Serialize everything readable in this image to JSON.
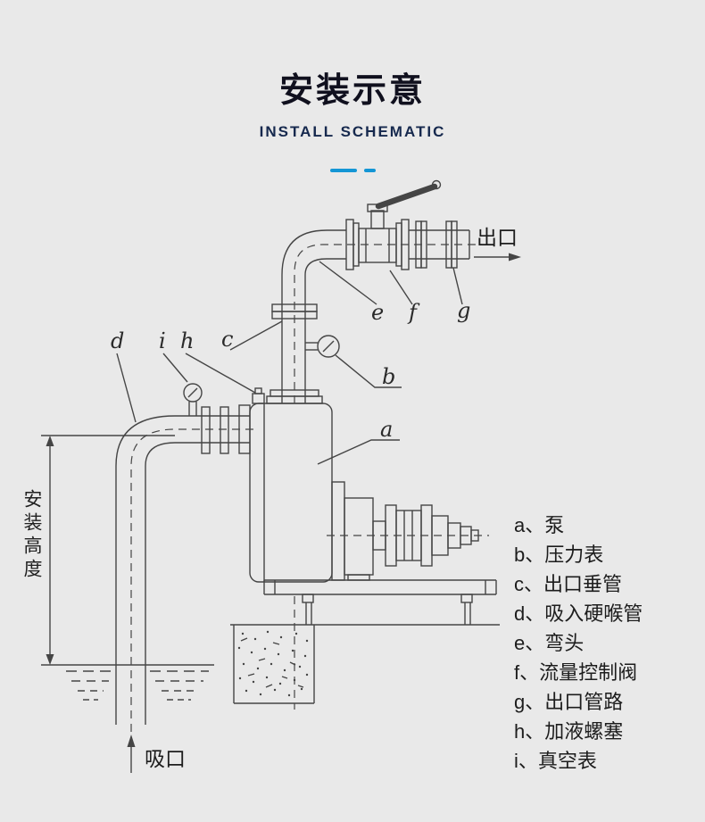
{
  "page": {
    "background": "#e9e9e9",
    "line_color": "#454545"
  },
  "header": {
    "title": "安装示意",
    "subtitle": "INSTALL SCHEMATIC",
    "accent_color": "#1496d5"
  },
  "diagram": {
    "labels": {
      "outlet": "出口",
      "suction": "吸口",
      "install_height": "安装高度",
      "a": "a",
      "b": "b",
      "c": "c",
      "d": "d",
      "e": "e",
      "f": "f",
      "g": "g",
      "h": "h",
      "i": "i"
    }
  },
  "legend": {
    "items": [
      "a、泵",
      "b、压力表",
      "c、出口垂管",
      "d、吸入硬喉管",
      "e、弯头",
      "f、流量控制阀",
      "g、出口管路",
      "h、加液螺塞",
      "i、真空表"
    ]
  }
}
